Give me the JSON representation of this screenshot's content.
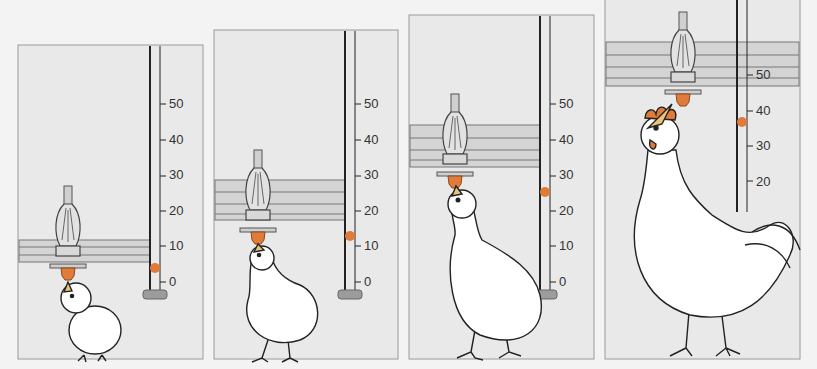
{
  "diagram": {
    "labels": [
      "50",
      "40",
      "30",
      "20",
      "10",
      "0",
      "50",
      "40",
      "30",
      "20",
      "10",
      "0",
      "50",
      "40",
      "30",
      "20",
      "10",
      "0",
      "50",
      "40",
      "30",
      "20"
    ]
  }
}
